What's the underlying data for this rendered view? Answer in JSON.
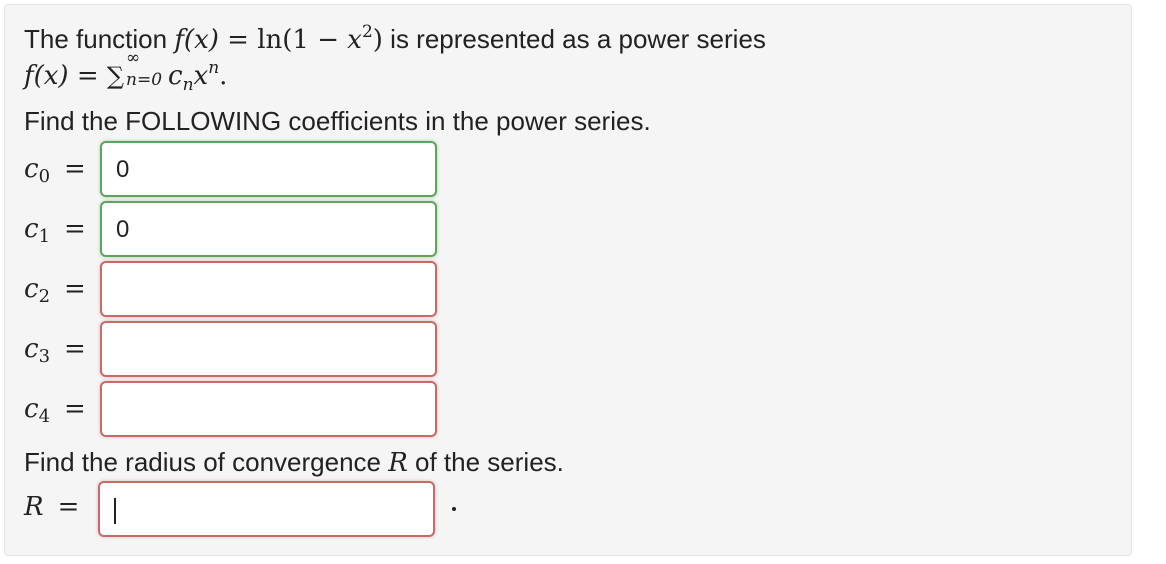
{
  "intro": {
    "text_a": "The function ",
    "fx": "f(x)",
    "eq": " = ",
    "ln": "ln",
    "arg_open": "(1 − ",
    "x": "x",
    "sq": "2",
    "arg_close": ")",
    "text_b": " is represented as a power series",
    "sum_lhs": "f(x) = ",
    "sigma": "∑",
    "sum_lower": "n=0",
    "sum_upper": "∞",
    "c": "c",
    "n_sub": "n",
    "xn": "x",
    "n_sup": "n",
    "period": "."
  },
  "prompt_coeffs": "Find the FOLLOWING coefficients in the power series.",
  "coefficients": [
    {
      "name": "c",
      "index": "0",
      "eq": "=",
      "value": "0",
      "status": "correct"
    },
    {
      "name": "c",
      "index": "1",
      "eq": "=",
      "value": "0",
      "status": "correct"
    },
    {
      "name": "c",
      "index": "2",
      "eq": "=",
      "value": "",
      "status": "incorrect"
    },
    {
      "name": "c",
      "index": "3",
      "eq": "=",
      "value": "",
      "status": "incorrect"
    },
    {
      "name": "c",
      "index": "4",
      "eq": "=",
      "value": "",
      "status": "incorrect"
    }
  ],
  "prompt_radius_a": "Find the radius of convergence ",
  "prompt_radius_R": "R",
  "prompt_radius_b": " of the series.",
  "radius": {
    "label": "R",
    "eq": "=",
    "value": "",
    "trailing": ".",
    "status": "incorrect"
  }
}
